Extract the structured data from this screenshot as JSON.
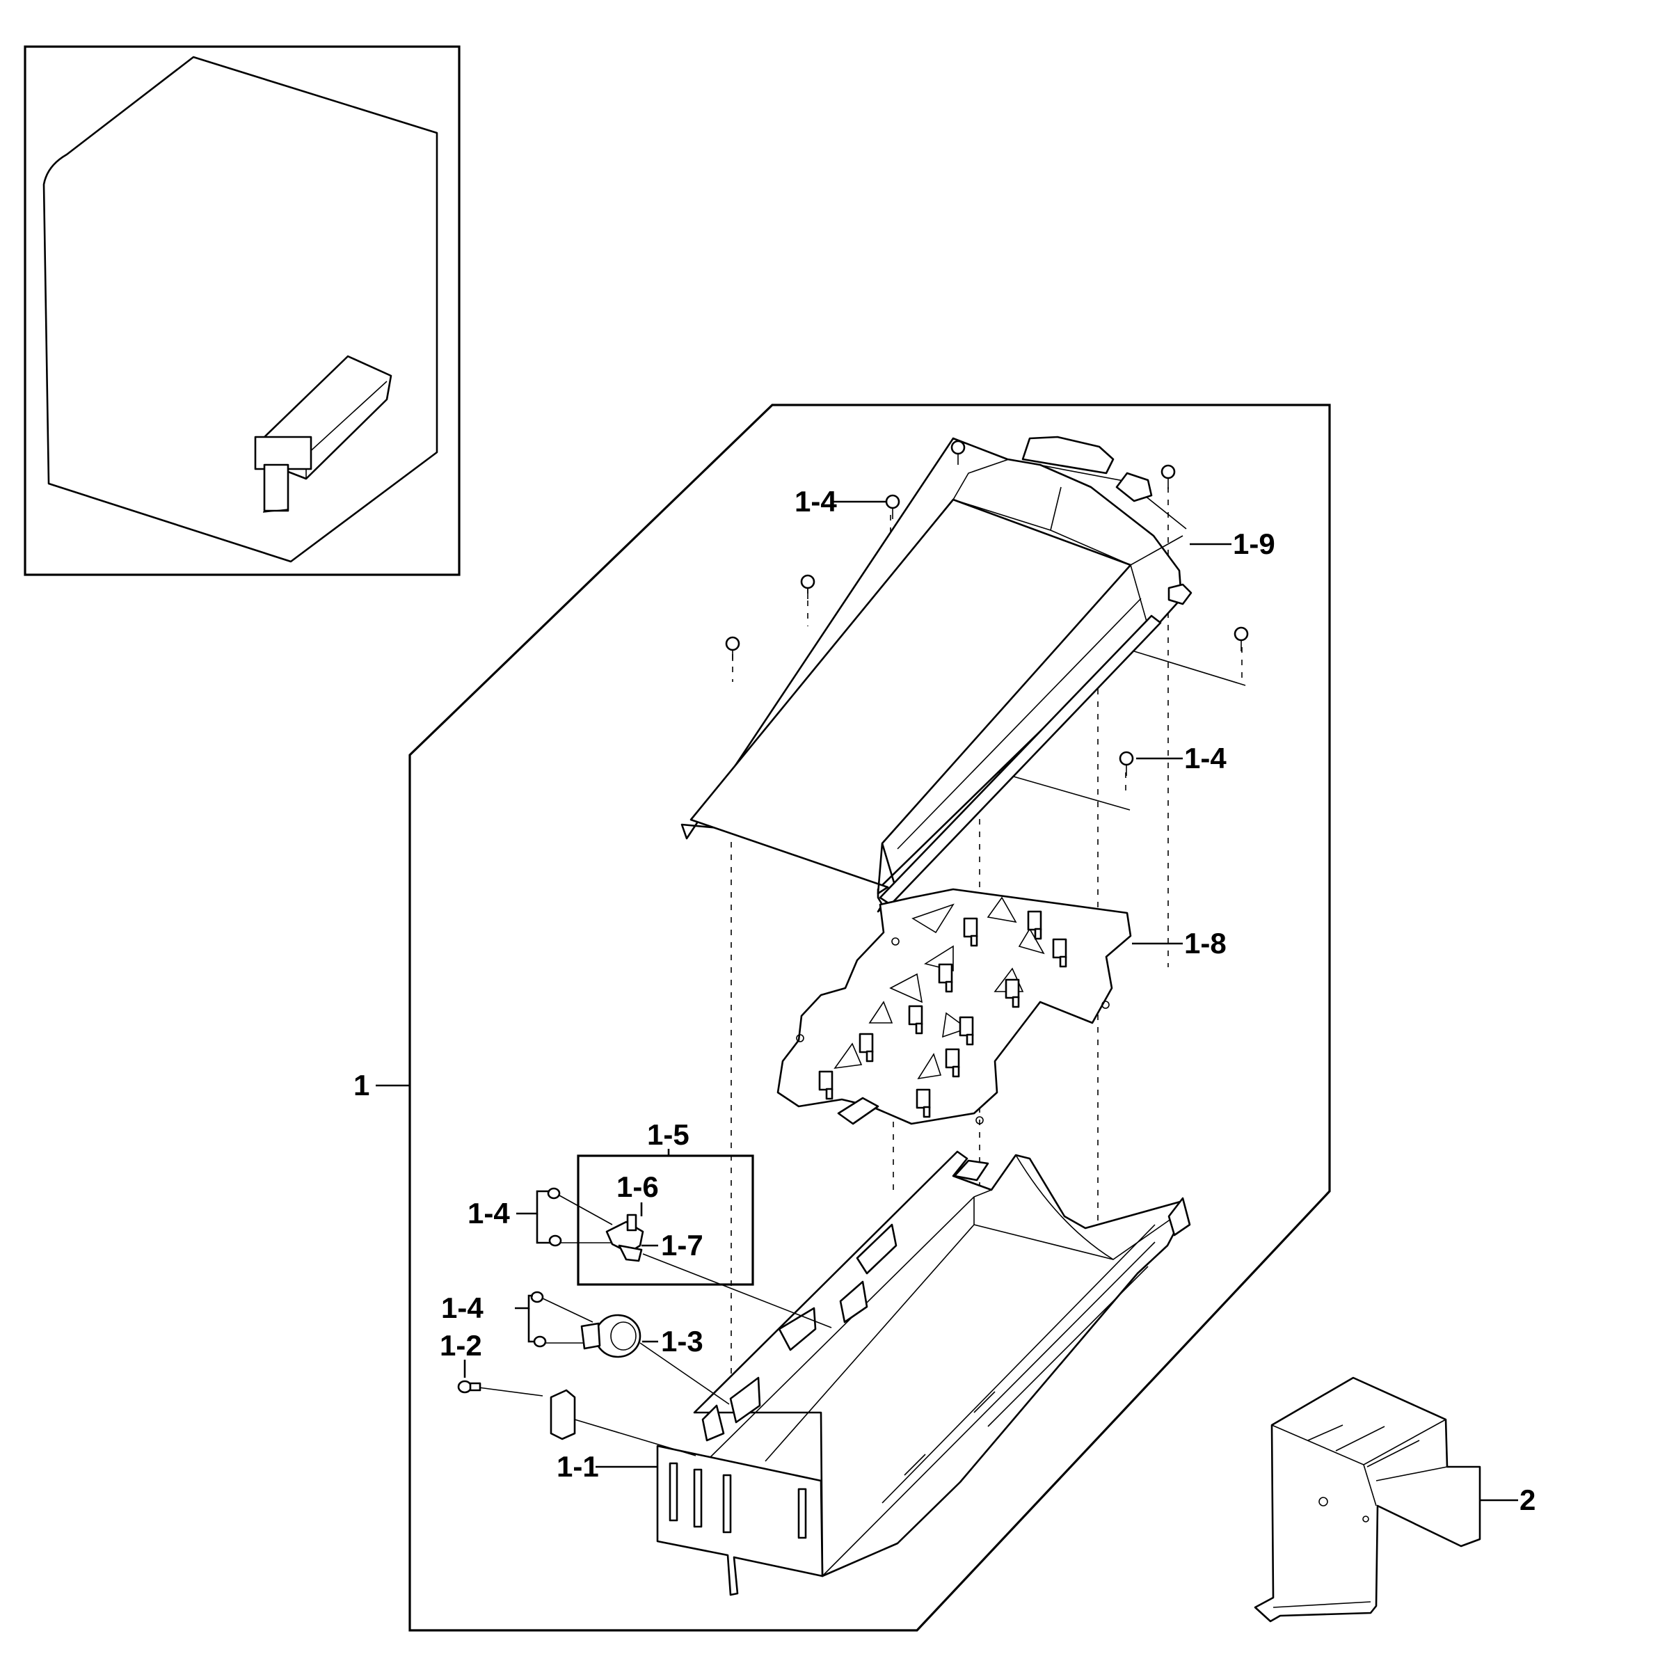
{
  "callouts": {
    "c1_4_top": "1-4",
    "c1_9": "1-9",
    "c1_4_right": "1-4",
    "c1_8": "1-8",
    "c1": "1",
    "c1_5": "1-5",
    "c1_6": "1-6",
    "c1_4_kit": "1-4",
    "c1_7": "1-7",
    "c1_4_stat": "1-4",
    "c1_3": "1-3",
    "c1_2": "1-2",
    "c1_1": "1-1",
    "c2": "2"
  }
}
